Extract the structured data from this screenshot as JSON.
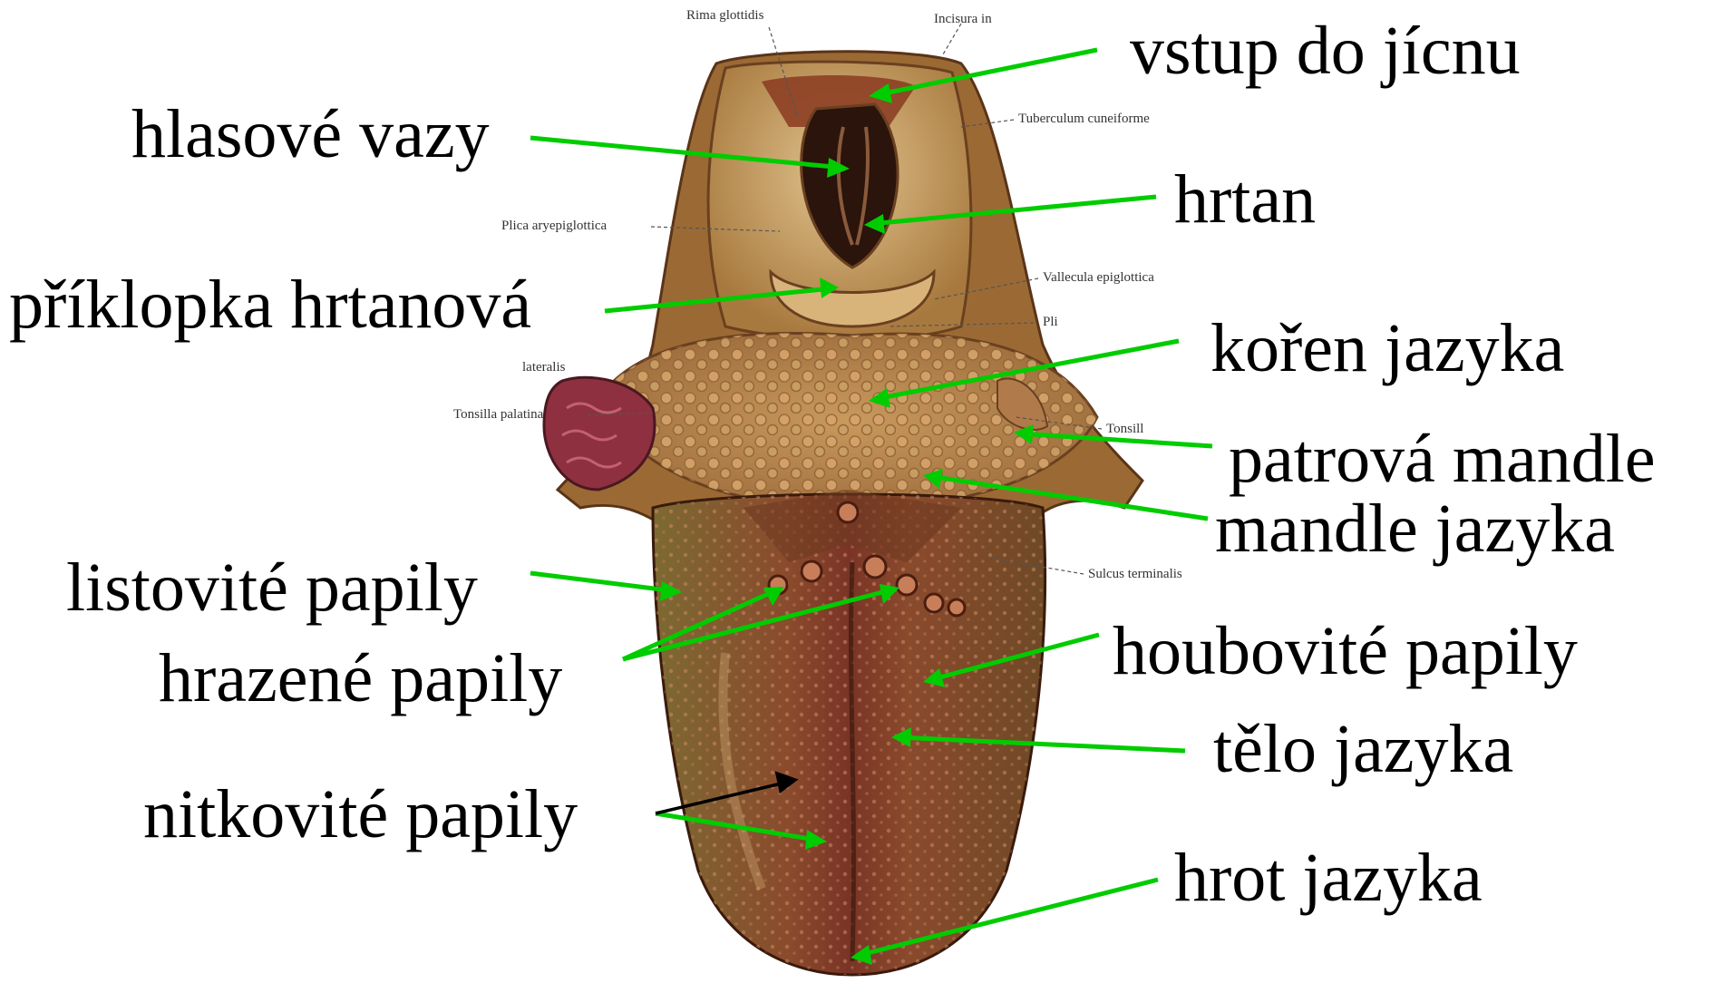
{
  "labels": {
    "vstup": "vstup do jícnu",
    "hlasove_vazy": "hlasové vazy",
    "hrtan": "hrtan",
    "priklopka": "příklopka hrtanová",
    "koren": "kořen jazyka",
    "patrova_mandle": "patrová mandle",
    "mandle_jazyka": "mandle jazyka",
    "listovite": "listovité papily",
    "hrazene": "hrazené papily",
    "houbovite": "houbovité papily",
    "telo": "tělo jazyka",
    "nitkovite": "nitkovité papily",
    "hrot": "hrot jazyka"
  },
  "latin": {
    "rima": "Rima glottidis",
    "incisura": "Incisura in",
    "tuberculum": "Tuberculum cuneiforme",
    "plica": "Plica aryepiglottica",
    "vallecula": "Vallecula epiglottica",
    "pli": "Pli",
    "lateralis": "lateralis",
    "tonsilla": "Tonsilla palatina",
    "tonsill": "Tonsill",
    "sulcus": "Sulcus terminalis"
  },
  "colors": {
    "arrow_green": "#00cc00",
    "arrow_black": "#000000",
    "tongue_base": "#7a3b22",
    "tongue_dark": "#5a2716",
    "mucosa_light": "#c99a5a",
    "tonsil_red": "#8e3040"
  }
}
